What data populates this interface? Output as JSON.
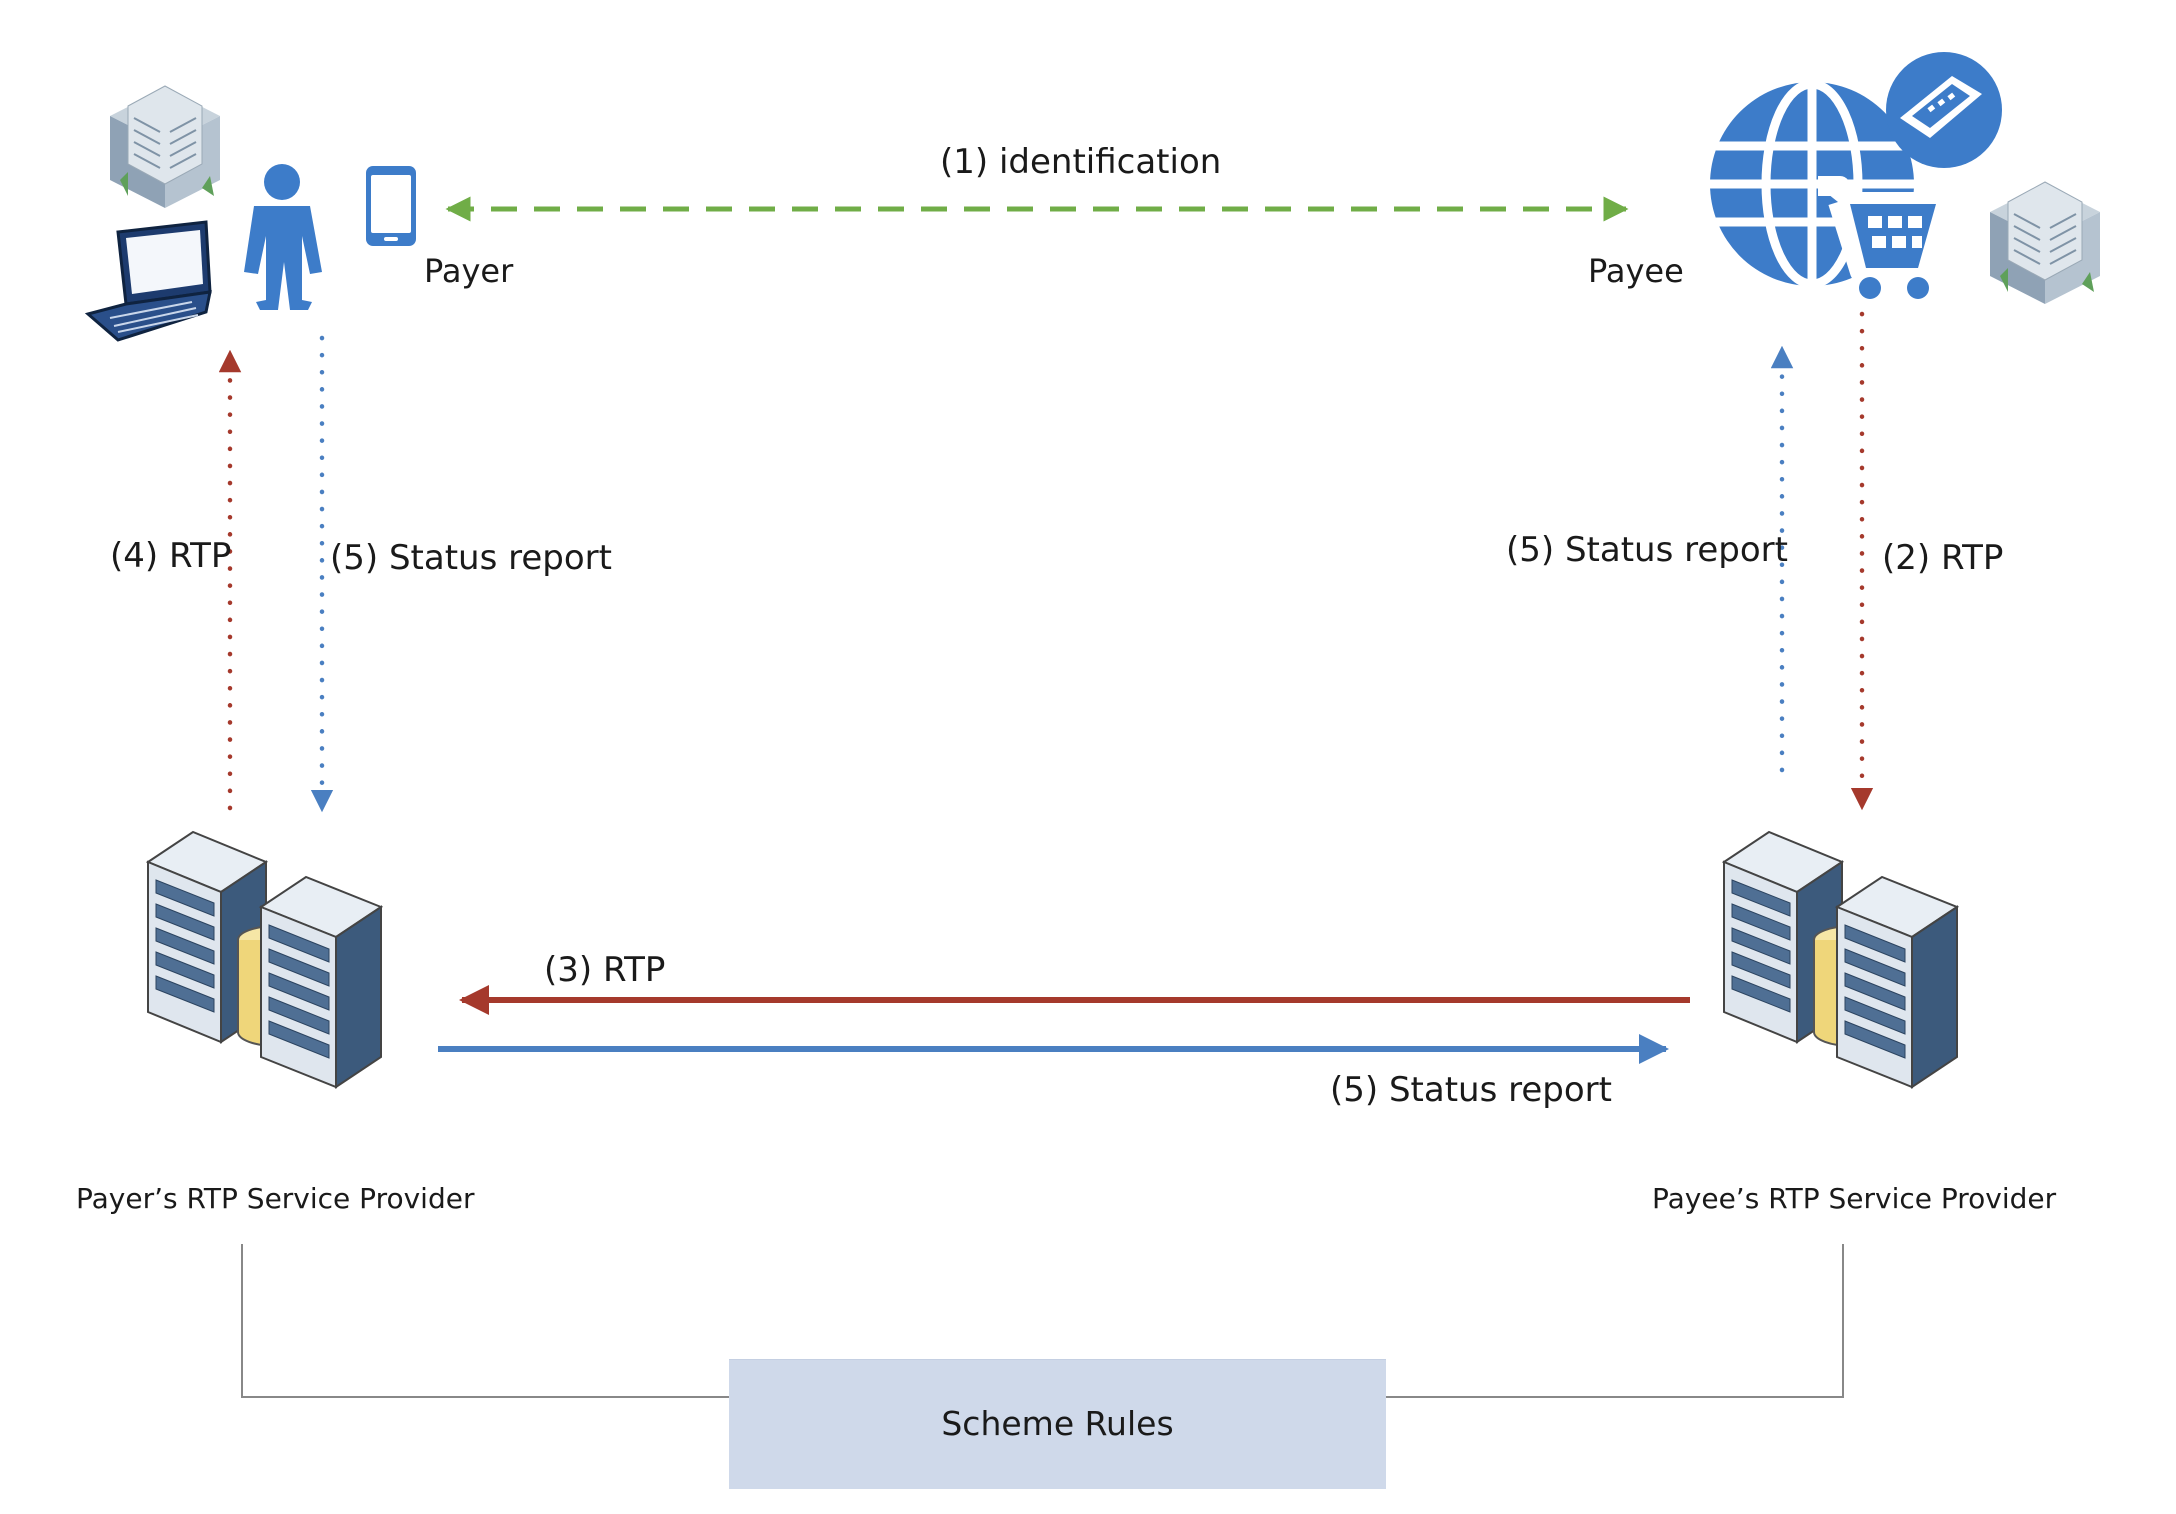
{
  "parties": {
    "payer": "Payer",
    "payee": "Payee"
  },
  "providers": {
    "payer": "Payer’s RTP Service Provider",
    "payee": "Payee’s RTP Service Provider"
  },
  "flows": {
    "identification": "(1) identification",
    "rtp_2": "(2) RTP",
    "rtp_3": "(3) RTP",
    "rtp_4": "(4) RTP",
    "status_left": "(5) Status report",
    "status_right": "(5) Status report",
    "status_bottom": "(5) Status report"
  },
  "scheme": {
    "label": "Scheme Rules"
  },
  "colors": {
    "green": "#70ad47",
    "red": "#a5392c",
    "blue": "#4a7fc1",
    "globe": "#3d7cc9",
    "scheme_fill": "#cfd9ea",
    "connector": "#888888"
  },
  "icons": [
    "office-building-icon",
    "laptop-icon",
    "person-icon",
    "smartphone-icon",
    "globe-cart-icon",
    "card-terminal-icon",
    "server-icon"
  ]
}
